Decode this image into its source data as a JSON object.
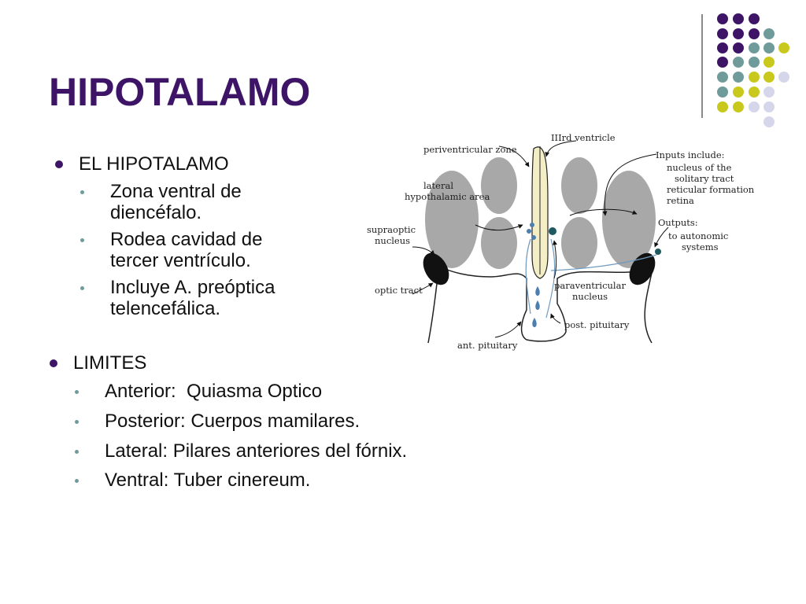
{
  "slide": {
    "title": "HIPOTALAMO",
    "accent_color": "#3d1466",
    "dot_colors": [
      "#3d1466",
      "#6f9b9b",
      "#c9c81c",
      "#d6d6ea"
    ]
  },
  "section1": {
    "heading": "EL HIPOTALAMO",
    "items": [
      {
        "line1": "Zona ventral de",
        "line2": "diencéfalo."
      },
      {
        "line1": "Rodea cavidad de",
        "line2": "tercer ventrículo."
      },
      {
        "line1": "Incluye A. preóptica",
        "line2": "telencefálica."
      }
    ]
  },
  "section2": {
    "heading": "LIMITES",
    "items": [
      "Anterior:  Quiasma Optico",
      "Posterior: Cuerpos mamilares.",
      "Lateral: Pilares anteriores del fórnix.",
      "Ventral: Tuber cinereum."
    ]
  },
  "diagram": {
    "labels": {
      "periventricular_zone": "periventricular zone",
      "iiird_ventricle": "IIIrd ventricle",
      "lateral_line1": "lateral",
      "lateral_line2": "hypothalamic area",
      "inputs_line1": "Inputs include:",
      "inputs_line2": "nucleus of the",
      "inputs_line3": "solitary tract",
      "inputs_line4": "reticular formation",
      "inputs_line5": "retina",
      "supraoptic_line1": "supraoptic",
      "supraoptic_line2": "nucleus",
      "outputs_line1": "Outputs:",
      "outputs_line2": "to autonomic",
      "outputs_line3": "systems",
      "optic_tract": "optic tract",
      "paraventricular_line1": "paraventricular",
      "paraventricular_line2": "nucleus",
      "post_pituitary": "post. pituitary",
      "ant_pituitary": "ant. pituitary"
    }
  }
}
